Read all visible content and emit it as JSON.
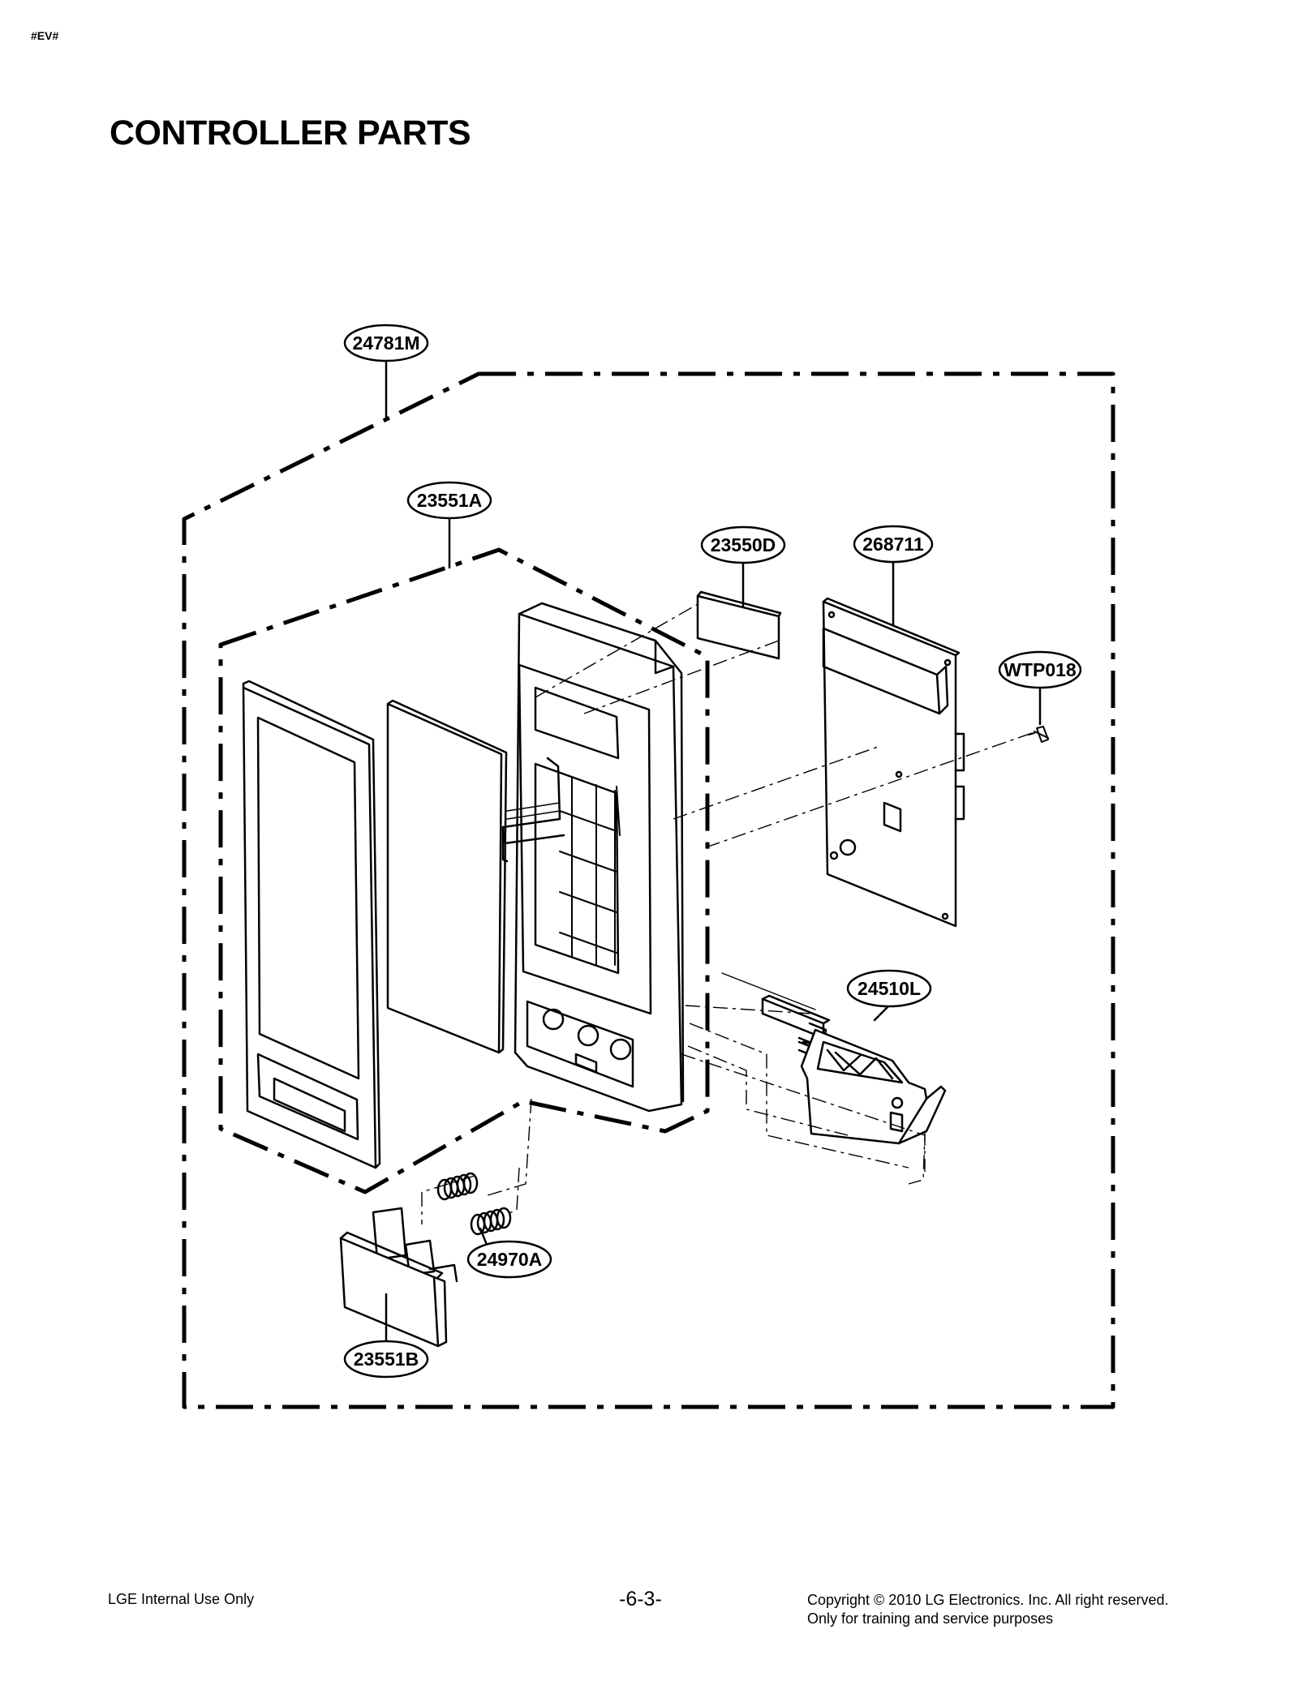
{
  "header": {
    "doc_code": "#EV#"
  },
  "page": {
    "title": "CONTROLLER PARTS"
  },
  "parts": {
    "assembly": "24781M",
    "door_frame": "23551A",
    "sheet": "23550D",
    "pcb": "268711",
    "screw": "WTP018",
    "latch_lever": "24510L",
    "spring": "24970A",
    "push_button": "23551B"
  },
  "footer": {
    "left": "LGE Internal Use Only",
    "page_number": "-6-3-",
    "copyright": "Copyright © 2010 LG Electronics. Inc. All right reserved.",
    "purpose": "Only for training and service purposes"
  }
}
